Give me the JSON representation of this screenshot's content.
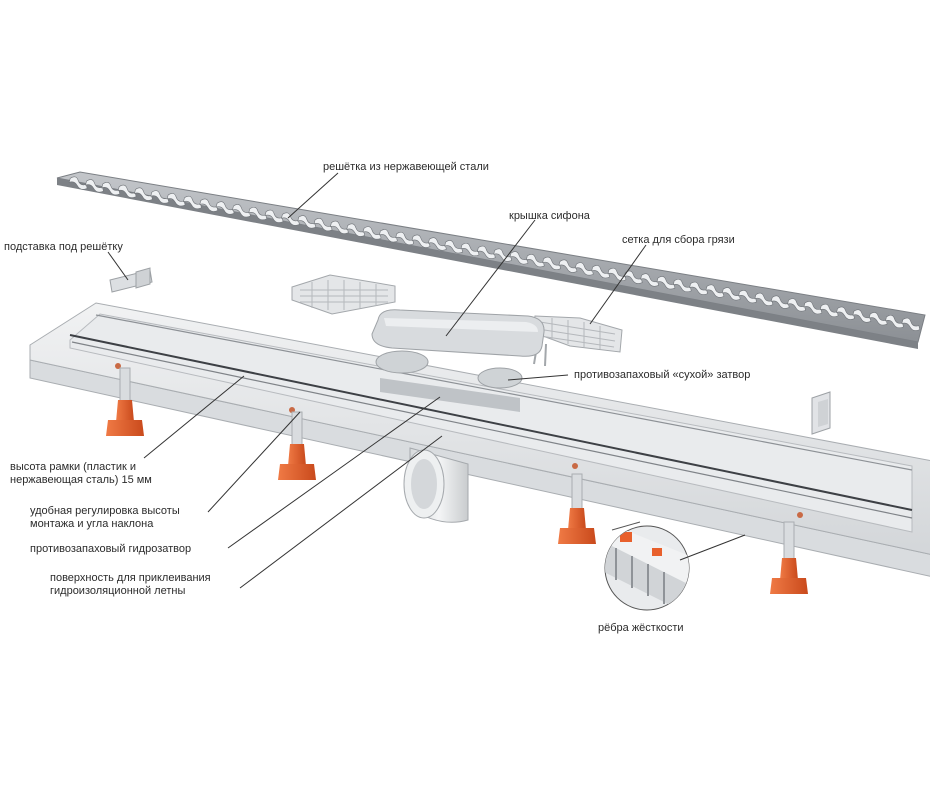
{
  "labels": {
    "grate": "решётка из нержавеющей стали",
    "siphon_cover": "крышка сифона",
    "dirt_mesh": "сетка для сбора грязи",
    "grate_support": "подставка под решётку",
    "dry_seal": "противозапаховый «сухой» затвор",
    "frame_height": [
      "высота рамки (пластик и",
      "нержавеющая сталь) 15 мм"
    ],
    "height_adjust": [
      "удобная регулировка высоты",
      "монтажа и угла наклона"
    ],
    "water_seal": "противозапаховый гидрозатвор",
    "membrane_surface": [
      "поверхность для приклеивания",
      "гидроизоляционной летны"
    ],
    "stiffening_ribs": "рёбра жёсткости"
  },
  "colors": {
    "steel": "#9a9ea3",
    "steel_light": "#c9ccd0",
    "plastic": "#e6e8ea",
    "plastic_shadow": "#c4c7ca",
    "feet": "#e8602c",
    "leader": "#333333"
  }
}
